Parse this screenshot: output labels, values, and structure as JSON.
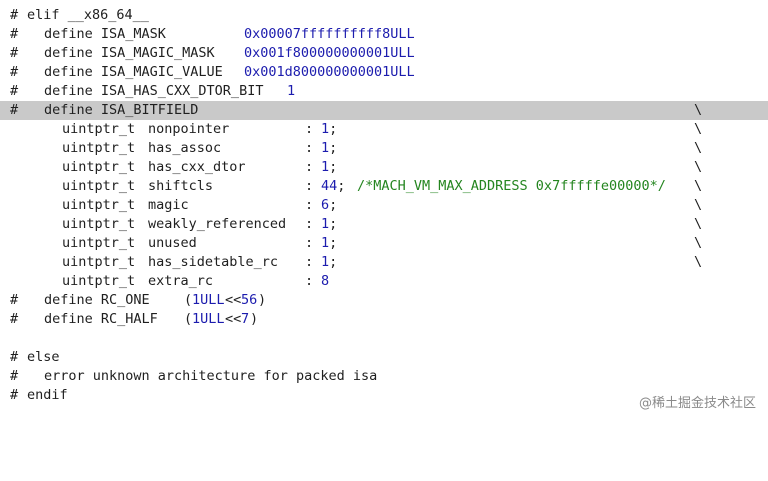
{
  "code": {
    "l1_hash": "#",
    "l1_text": "elif __x86_64__",
    "l2_hash": "#",
    "l2_kw": "define ISA_MASK",
    "l2_val": "0x00007ffffffffff8ULL",
    "l3_hash": "#",
    "l3_kw": "define ISA_MAGIC_MASK",
    "l3_val": "0x001f800000000001ULL",
    "l4_hash": "#",
    "l4_kw": "define ISA_MAGIC_VALUE",
    "l4_val": "0x001d800000000001ULL",
    "l5_hash": "#",
    "l5_kw": "define ISA_HAS_CXX_DTOR_BIT",
    "l5_val": "1",
    "l6_hash": "#",
    "l6_kw": "define ISA_BITFIELD",
    "l6_bs": "\\",
    "fields": [
      {
        "type": "uintptr_t",
        "name": "nonpointer",
        "colon": ":",
        "bits": "1",
        "semi": ";",
        "comment": "",
        "bs": "\\"
      },
      {
        "type": "uintptr_t",
        "name": "has_assoc",
        "colon": ":",
        "bits": "1",
        "semi": ";",
        "comment": "",
        "bs": "\\"
      },
      {
        "type": "uintptr_t",
        "name": "has_cxx_dtor",
        "colon": ":",
        "bits": "1",
        "semi": ";",
        "comment": "",
        "bs": "\\"
      },
      {
        "type": "uintptr_t",
        "name": "shiftcls",
        "colon": ":",
        "bits": "44",
        "semi": ";",
        "comment": "/*MACH_VM_MAX_ADDRESS 0x7fffffe00000*/",
        "bs": "\\"
      },
      {
        "type": "uintptr_t",
        "name": "magic",
        "colon": ":",
        "bits": "6",
        "semi": ";",
        "comment": "",
        "bs": "\\"
      },
      {
        "type": "uintptr_t",
        "name": "weakly_referenced",
        "colon": ":",
        "bits": "1",
        "semi": ";",
        "comment": "",
        "bs": "\\"
      },
      {
        "type": "uintptr_t",
        "name": "unused",
        "colon": ":",
        "bits": "1",
        "semi": ";",
        "comment": "",
        "bs": "\\"
      },
      {
        "type": "uintptr_t",
        "name": "has_sidetable_rc",
        "colon": ":",
        "bits": "1",
        "semi": ";",
        "comment": "",
        "bs": "\\"
      },
      {
        "type": "uintptr_t",
        "name": "extra_rc",
        "colon": ":",
        "bits": "8",
        "semi": "",
        "comment": "",
        "bs": ""
      }
    ],
    "l16_hash": "#",
    "l16_kw": "define RC_ONE",
    "l16_open": "(",
    "l16_num1": "1ULL",
    "l16_op": "<<",
    "l16_num2": "56",
    "l16_close": ")",
    "l17_hash": "#",
    "l17_kw": "define RC_HALF",
    "l17_open": "(",
    "l17_num1": "1ULL",
    "l17_op": "<<",
    "l17_num2": "7",
    "l17_close": ")",
    "l19_hash": "#",
    "l19_text": "else",
    "l20_hash": "#",
    "l20_text": "error unknown architecture for packed isa",
    "l21_hash": "#",
    "l21_text": "endif"
  },
  "watermark": "@稀土掘金技术社区"
}
